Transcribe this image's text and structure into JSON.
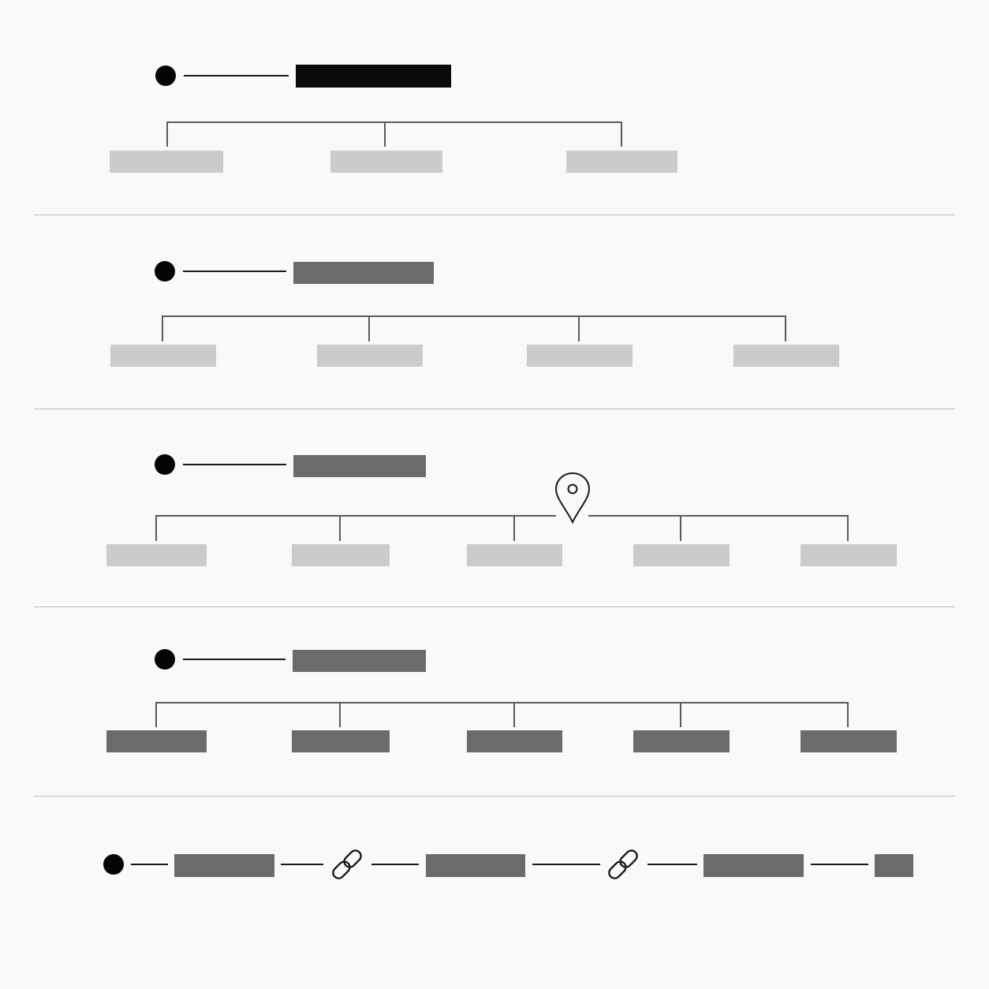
{
  "diagram": {
    "colors": {
      "background": "#f9f9f7",
      "bullet": "#050505",
      "placeholder_dark": "#0a0a0a",
      "placeholder_mid": "#6b6b6b",
      "placeholder_light": "#cbcbc9",
      "connector": "#5a5a5a",
      "separator": "#bdbdbd"
    },
    "sections": [
      {
        "root_bar_shade": "dark",
        "child_count": 3,
        "child_shade": "light"
      },
      {
        "root_bar_shade": "mid",
        "child_count": 4,
        "child_shade": "light"
      },
      {
        "root_bar_shade": "mid",
        "child_count": 5,
        "child_shade": "light",
        "marker_icon": "map-pin-icon"
      },
      {
        "root_bar_shade": "mid",
        "child_count": 5,
        "child_shade": "mid"
      }
    ],
    "chain_row": {
      "items": [
        "bar",
        "link-icon",
        "bar",
        "link-icon",
        "bar",
        "bar"
      ],
      "bar_shade": "mid"
    }
  }
}
